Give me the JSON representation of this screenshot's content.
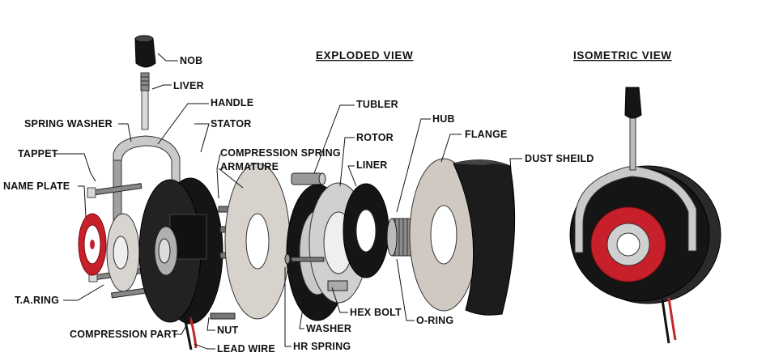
{
  "titles": {
    "exploded": "EXPLODED VIEW",
    "isometric": "ISOMETRIC VIEW"
  },
  "labels": {
    "nob": "NOB",
    "liver": "LIVER",
    "handle": "HANDLE",
    "spring_washer": "SPRING WASHER",
    "stator": "STATOR",
    "tappet": "TAPPET",
    "compression_spring": "COMPRESSION SPRING",
    "armature": "ARMATURE",
    "name_plate": "NAME PLATE",
    "tubler": "TUBLER",
    "rotor": "ROTOR",
    "liner": "LINER",
    "hub": "HUB",
    "flange": "FLANGE",
    "dust_sheild": "DUST SHEILD",
    "t_a_ring": "T.A.RING",
    "compression_part": "COMPRESSION PART",
    "nut": "NUT",
    "lead_wire": "LEAD WIRE",
    "washer": "WASHER",
    "hr_spring": "HR SPRING",
    "hex_bolt": "HEX BOLT",
    "o_ring": "O-RING"
  },
  "colors": {
    "ink": "#111111",
    "body": "#151515",
    "plate_red": "#c8202a",
    "steel": "#b9b9b9",
    "wire_red": "#c0282a"
  }
}
